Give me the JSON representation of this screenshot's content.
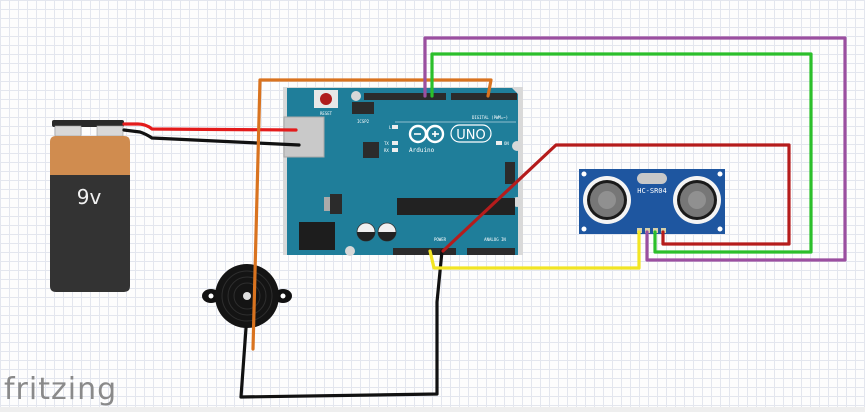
{
  "app": {
    "watermark": "fritzing"
  },
  "components": {
    "battery": {
      "label": "9v",
      "colors": {
        "top": "#d08c4f",
        "body": "#333333",
        "cap": "#2a2a2a"
      }
    },
    "arduino": {
      "logo_text": "UNO",
      "brand": "Arduino",
      "reset_label": "RESET",
      "icsp2_label": "ICSP2",
      "icsp_label": "ICSP",
      "led_l": "L",
      "led_tx": "TX",
      "led_rx": "RX",
      "on_label": "ON",
      "digital_label": "DIGITAL (PWM=~)",
      "power_label": "POWER",
      "analog_label": "ANALOG IN",
      "color": "#1f7e9a"
    },
    "sensor": {
      "label": "HC-SR04",
      "pins": [
        "Vcc",
        "Trig",
        "Echo",
        "Gnd"
      ],
      "color": "#1e56a0"
    },
    "buzzer": {
      "name": "Piezo buzzer"
    }
  },
  "wires": [
    {
      "name": "battery-positive",
      "color": "#e31b1b",
      "from": "battery +",
      "to": "arduino barrel"
    },
    {
      "name": "battery-negative",
      "color": "#111111",
      "from": "battery -",
      "to": "arduino barrel"
    },
    {
      "name": "buzzer-signal",
      "color": "#d9731f",
      "from": "arduino D3",
      "to": "buzzer"
    },
    {
      "name": "buzzer-ground",
      "color": "#111111",
      "from": "arduino GND",
      "to": "buzzer"
    },
    {
      "name": "trig",
      "color": "#9b4fa0",
      "from": "arduino D10",
      "to": "HC-SR04 Trig"
    },
    {
      "name": "echo",
      "color": "#2bbf2b",
      "from": "arduino D9",
      "to": "HC-SR04 Echo"
    },
    {
      "name": "vcc",
      "color": "#f2e524",
      "from": "arduino 5V",
      "to": "HC-SR04 Vcc"
    },
    {
      "name": "gnd",
      "color": "#b51c1c",
      "from": "arduino GND",
      "to": "HC-SR04 Gnd"
    }
  ]
}
